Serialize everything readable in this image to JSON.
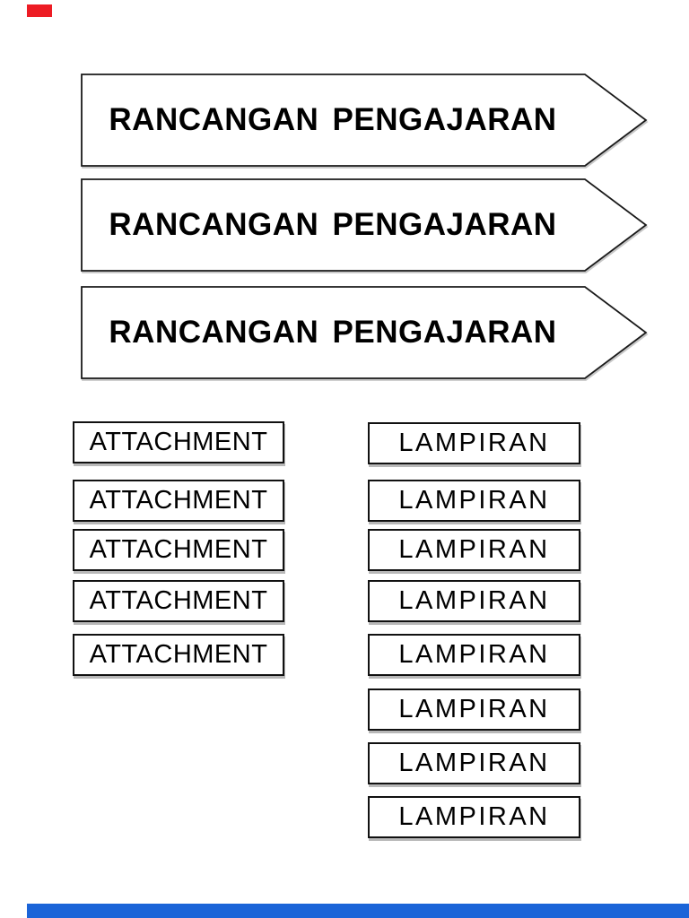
{
  "banners": {
    "items": [
      {
        "label": "RANCANGAN PENGAJARAN"
      },
      {
        "label": "RANCANGAN PENGAJARAN"
      },
      {
        "label": "RANCANGAN PENGAJARAN"
      }
    ]
  },
  "attachment_column": {
    "items": [
      {
        "label": "ATTACHMENT"
      },
      {
        "label": "ATTACHMENT"
      },
      {
        "label": "ATTACHMENT"
      },
      {
        "label": "ATTACHMENT"
      },
      {
        "label": "ATTACHMENT"
      }
    ]
  },
  "lampiran_column": {
    "items": [
      {
        "label": "LAMPIRAN"
      },
      {
        "label": "LAMPIRAN"
      },
      {
        "label": "LAMPIRAN"
      },
      {
        "label": "LAMPIRAN"
      },
      {
        "label": "LAMPIRAN"
      },
      {
        "label": "LAMPIRAN"
      },
      {
        "label": "LAMPIRAN"
      },
      {
        "label": "LAMPIRAN"
      }
    ]
  },
  "decorations": {
    "top_left_marker_color": "#ed1c24",
    "bottom_bar_color": "#1b64d8",
    "border_color": "#111111",
    "text_color": "#000000",
    "page_background": "#ffffff"
  }
}
